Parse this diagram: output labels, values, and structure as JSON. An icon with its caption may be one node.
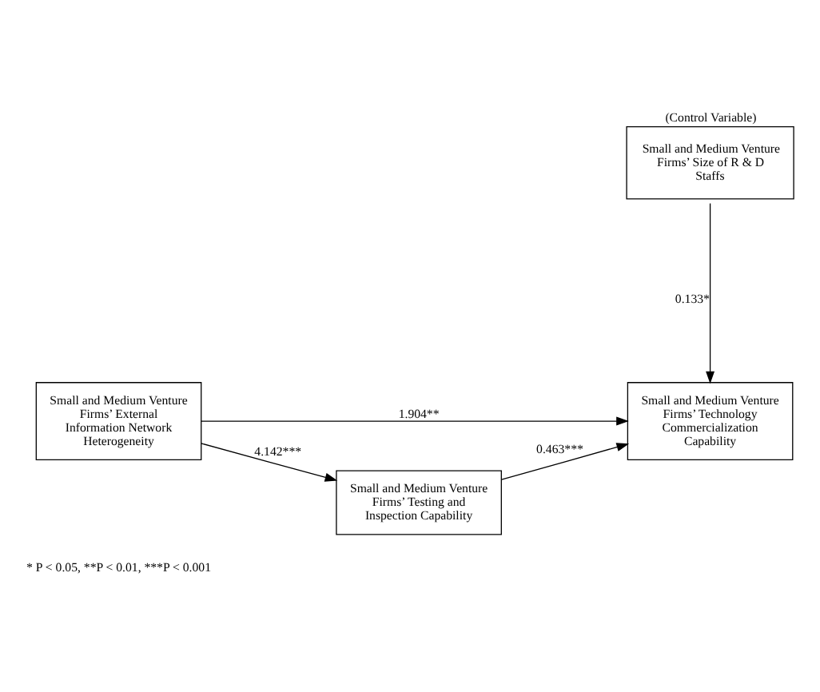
{
  "diagram": {
    "nodes": [
      {
        "text": [
          "(Control Variable)",
          "Small and Medium Venture Firms’ Size of R & D Staffs"
        ]
      },
      {
        "text": [
          "Small and Medium Venture Firms’ External Information Network Heterogeneity"
        ]
      },
      {
        "text": [
          "Small and Medium Venture Firms’ Technology Commercialization Capability"
        ]
      },
      {
        "text": [
          "Small and Medium Venture Firms’ Testing and Inspection Capability"
        ]
      }
    ],
    "edges": [
      {
        "from": 0,
        "to": 2,
        "arrow": "to",
        "label": "0.133*"
      },
      {
        "from": 1,
        "to": 2,
        "arrow": "to",
        "label": "1.904**"
      },
      {
        "from": 1,
        "to": 3,
        "arrow": "to",
        "label": "4.142***"
      },
      {
        "from": 3,
        "to": 2,
        "arrow": "to",
        "label": "0.463***"
      }
    ],
    "labels": [
      "* P < 0.05, **P < 0.01, ***P < 0.001"
    ]
  }
}
